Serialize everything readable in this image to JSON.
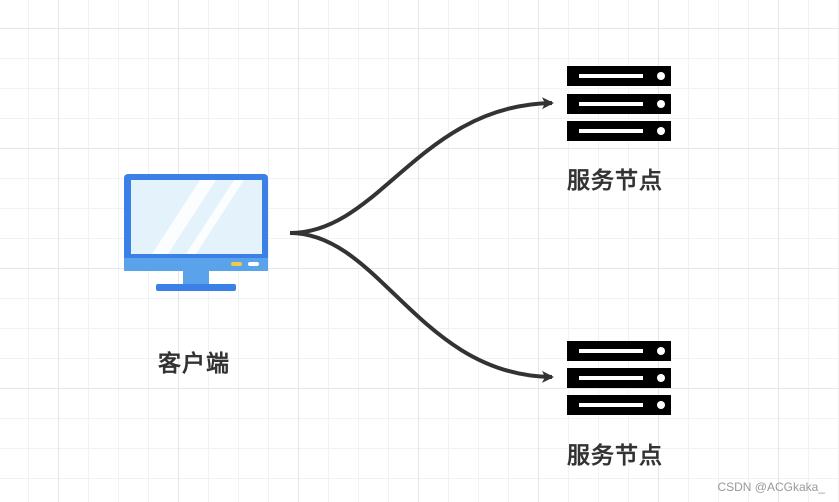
{
  "client": {
    "label": "客户端",
    "icon": "monitor-icon",
    "screen_color": "#e3f2fb",
    "frame_color": "#3a80e6",
    "stand_color": "#5aa2ea"
  },
  "servers": [
    {
      "label": "服务节点",
      "icon": "server-rack-icon"
    },
    {
      "label": "服务节点",
      "icon": "server-rack-icon"
    }
  ],
  "arrow_color": "#333333",
  "server_color": "#000000",
  "watermark": "CSDN @ACGkaka_"
}
